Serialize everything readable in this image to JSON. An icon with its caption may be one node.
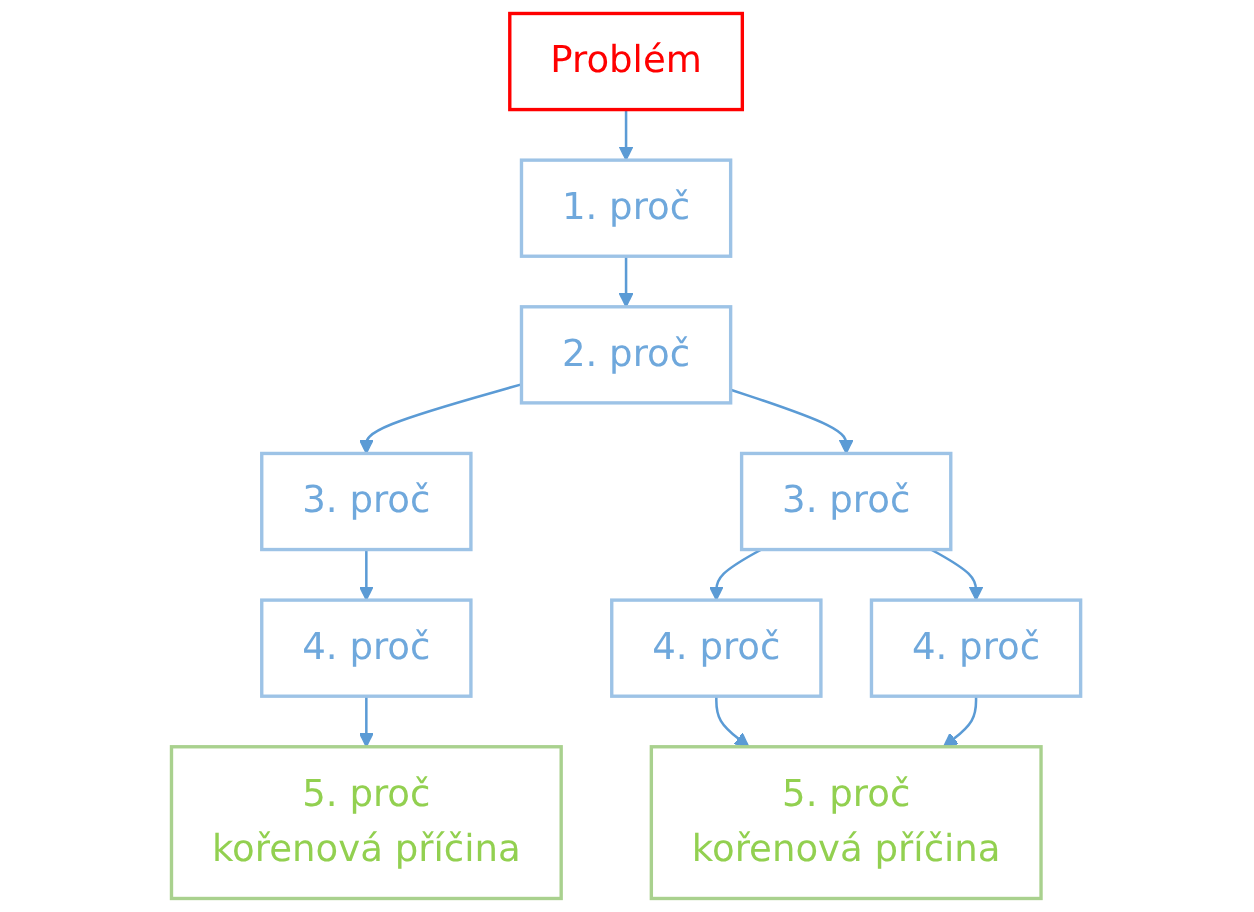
{
  "diagram": {
    "nodes": [
      {
        "text": [
          "Problém"
        ]
      },
      {
        "text": [
          "1. proč"
        ]
      },
      {
        "text": [
          "2. proč"
        ]
      },
      {
        "text": [
          "3. proč"
        ]
      },
      {
        "text": [
          "3. proč"
        ]
      },
      {
        "text": [
          "4. proč"
        ]
      },
      {
        "text": [
          "4. proč"
        ]
      },
      {
        "text": [
          "4. proč"
        ]
      },
      {
        "text": [
          "5. proč",
          "kořenová příčina"
        ]
      },
      {
        "text": [
          "5. proč",
          "kořenová příčina"
        ]
      }
    ],
    "edges": [
      {
        "from": 0,
        "to": 1,
        "arrow": "to"
      },
      {
        "from": 1,
        "to": 2,
        "arrow": "to"
      },
      {
        "from": 2,
        "to": 3,
        "arrow": "to"
      },
      {
        "from": 2,
        "to": 4,
        "arrow": "to"
      },
      {
        "from": 3,
        "to": 5,
        "arrow": "to"
      },
      {
        "from": 4,
        "to": 6,
        "arrow": "to"
      },
      {
        "from": 4,
        "to": 7,
        "arrow": "to"
      },
      {
        "from": 5,
        "to": 8,
        "arrow": "to"
      },
      {
        "from": 6,
        "to": 9,
        "arrow": "to"
      },
      {
        "from": 7,
        "to": 9,
        "arrow": "to"
      }
    ]
  }
}
